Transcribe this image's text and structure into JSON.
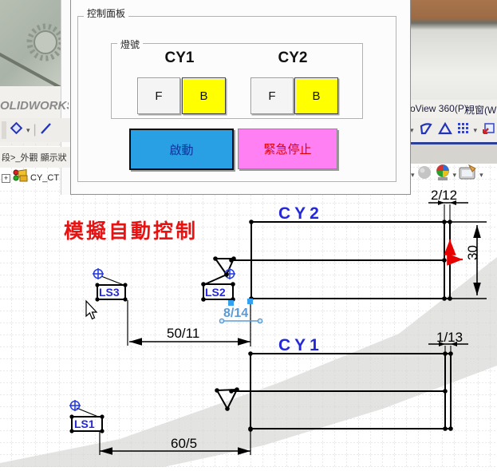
{
  "chrome": {
    "logo": "OLIDWORKS",
    "menus": {
      "photoview": "oView 360(P)",
      "window": "視窗(W"
    },
    "tab_text": "段>_外觀 顯示狀",
    "tree_item": "CY_CT",
    "expand_glyph": "+",
    "dropdown_glyph": "▾",
    "separator_glyph": "|",
    "icons": [
      "sketch-icon",
      "line-icon",
      "sheet-metal-icon",
      "warning-triangle-icon",
      "grid-pattern-icon",
      "capture-icon",
      "render-sphere-icon",
      "photoview-globe-icon",
      "screenshot-icon",
      "assembly-icon",
      "gear-artwork"
    ]
  },
  "dialog": {
    "panel_title": "控制面板",
    "lights_title": "燈號",
    "cy1_label": "CY1",
    "cy2_label": "CY2",
    "f_label": "F",
    "b_label": "B",
    "start_label": "啟動",
    "estop_label": "緊急停止",
    "colors": {
      "b_active": "#ffff00",
      "start": "#2aa0e4",
      "estop": "#ff80f2",
      "start_text": "#10309e",
      "estop_text": "#e20000"
    }
  },
  "drawing": {
    "title": "模擬自動控制",
    "title_color": "#e81212",
    "label_color": "#2428d8",
    "cy2_label": "CY2",
    "cy1_label": "CY1",
    "ls1_label": "LS1",
    "ls2_label": "LS2",
    "ls3_label": "LS3",
    "dim_cy2_top": "2/12",
    "dim_cy1_top": "1/13",
    "dim_cy2_height": "30",
    "dim_ls3_to_cy2": "50/11",
    "dim_ls1_to_cy1": "60/5",
    "dim_ls2": "8/14",
    "dim_ls2_color": "#5b9bd5"
  }
}
